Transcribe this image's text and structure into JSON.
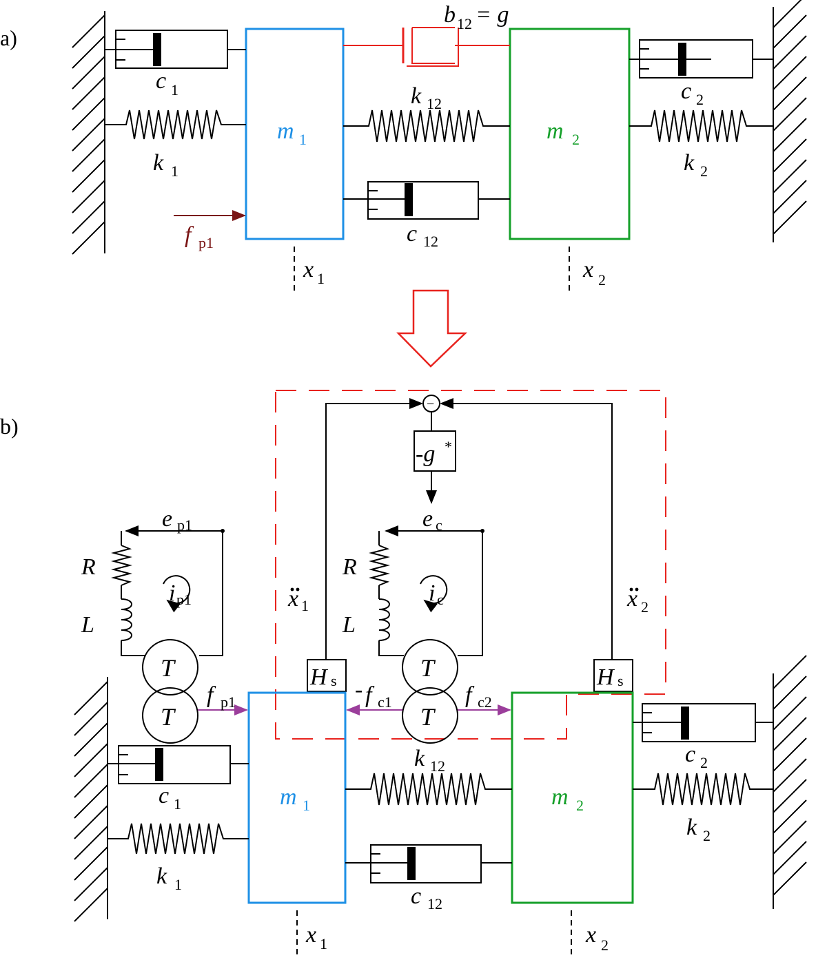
{
  "panel_a": {
    "tag": "a)",
    "mass1": "m",
    "mass1_sub": "1",
    "mass2": "m",
    "mass2_sub": "2",
    "c1": "c",
    "c1_sub": "1",
    "k1": "k",
    "k1_sub": "1",
    "c2": "c",
    "c2_sub": "2",
    "k2": "k",
    "k2_sub": "2",
    "k12": "k",
    "k12_sub": "12",
    "c12": "c",
    "c12_sub": "12",
    "b12": "b",
    "b12_sub": "12",
    "b12_eq": "= g",
    "fp1": "f",
    "fp1_sub": "p1",
    "x1": "x",
    "x1_sub": "1",
    "x2": "x",
    "x2_sub": "2"
  },
  "panel_b": {
    "tag": "b)",
    "mass1": "m",
    "mass1_sub": "1",
    "mass2": "m",
    "mass2_sub": "2",
    "c1": "c",
    "c1_sub": "1",
    "k1": "k",
    "k1_sub": "1",
    "c2": "c",
    "c2_sub": "2",
    "k2": "k",
    "k2_sub": "2",
    "k12": "k",
    "k12_sub": "12",
    "c12": "c",
    "c12_sub": "12",
    "x1": "x",
    "x1_sub": "1",
    "x2": "x",
    "x2_sub": "2",
    "gain": "-g",
    "gain_sup": "*",
    "ec": "e",
    "ec_sub": "c",
    "ep1": "e",
    "ep1_sub": "p1",
    "ic": "i",
    "ic_sub": "c",
    "ip1": "i",
    "ip1_sub": "p1",
    "R": "R",
    "L": "L",
    "T": "T",
    "Hs": "H",
    "Hs_sub": "s",
    "xdd1": "x",
    "xdd1_sub": "1",
    "xdd2": "x",
    "xdd2_sub": "2",
    "fp1": "f",
    "fp1_sub": "p1",
    "fc1_minus": "-",
    "fc1": "f",
    "fc1_sub": "c1",
    "fc2": "f",
    "fc2_sub": "c2",
    "sum_sign": "−"
  },
  "colors": {
    "mass1": "#1e90e6",
    "mass2": "#15a02a",
    "inerter": "#e8231e",
    "force_a": "#7a1515",
    "force_b": "#9b3e9b",
    "dash_box": "#e8231e",
    "arrow": "#e8231e"
  }
}
